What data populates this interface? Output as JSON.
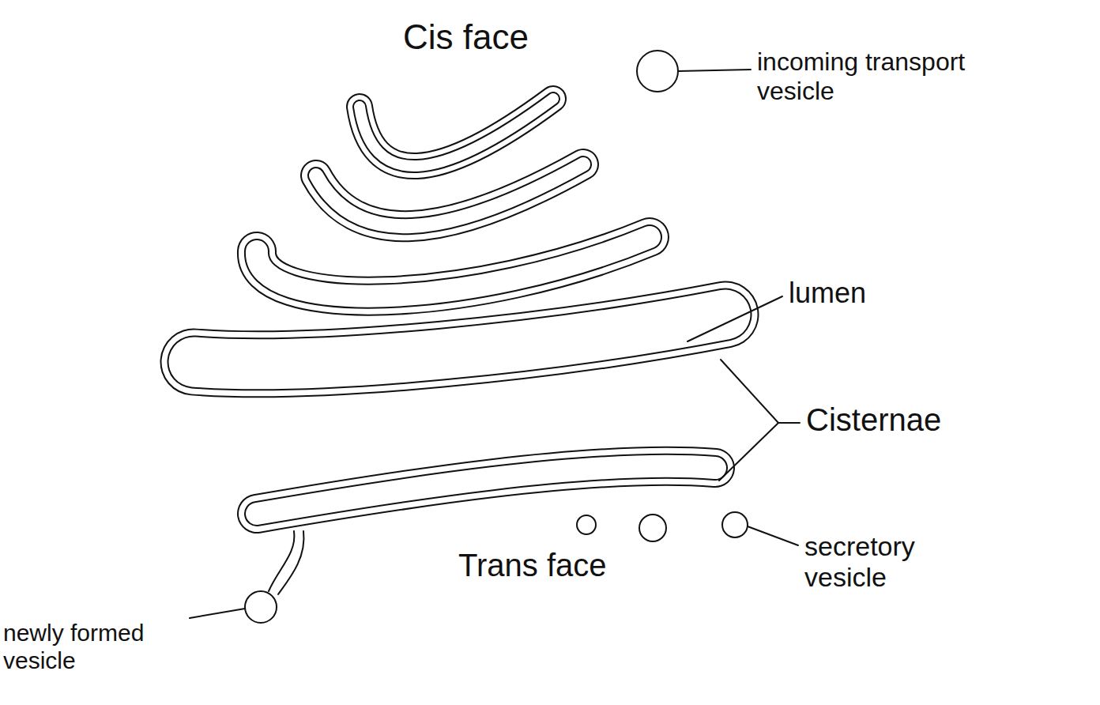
{
  "diagram": {
    "labels": [
      "Cis face",
      "incoming transport vesicle",
      "lumen",
      "Cisternae",
      "secretory vesicle",
      "Trans face",
      "newly formed vesicle"
    ]
  }
}
